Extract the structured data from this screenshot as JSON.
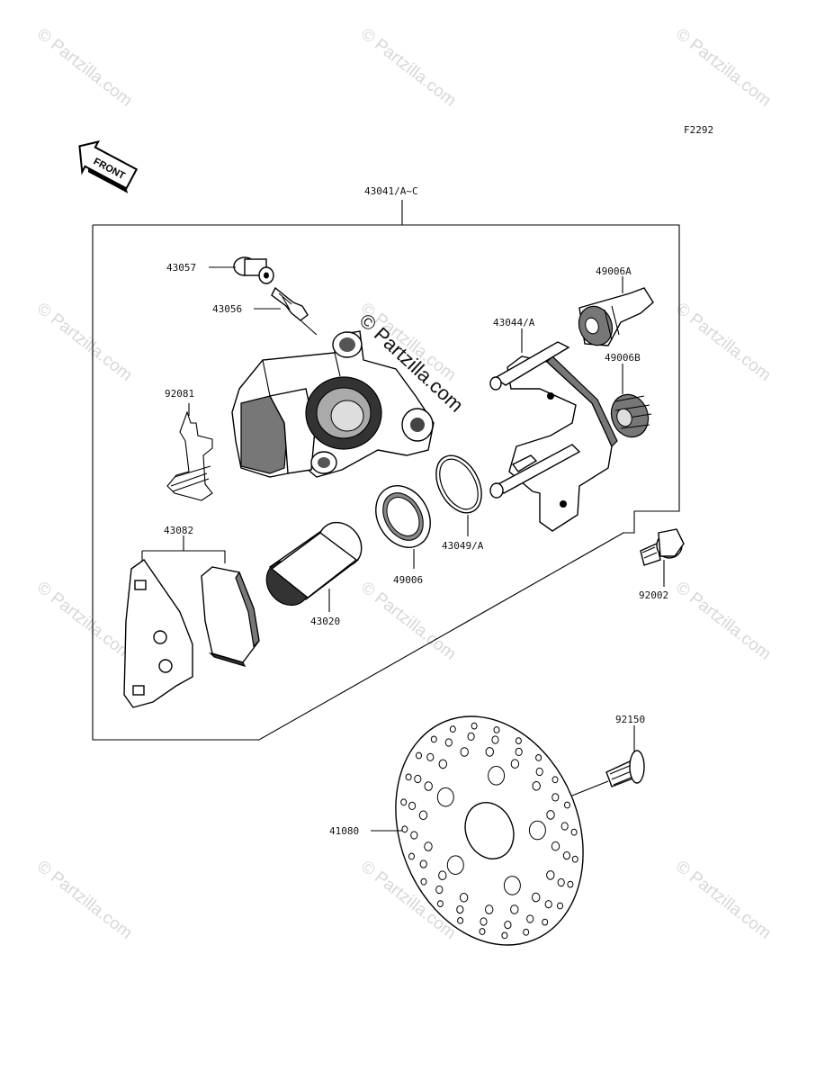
{
  "figure_code": "F2292",
  "front_arrow_label": "FRONT",
  "watermark": {
    "text": "© Partzilla.com"
  },
  "center_watermark": "© Partzilla.com",
  "callouts": {
    "caliper_assy": "43041/A~C",
    "p43057": "43057",
    "p43056": "43056",
    "p92081": "92081",
    "p43082": "43082",
    "p43020": "43020",
    "p49006": "49006",
    "p43049": "43049/A",
    "p43044": "43044/A",
    "p49006a": "49006A",
    "p49006b": "49006B",
    "p92002": "92002",
    "p92150": "92150",
    "p41080": "41080"
  }
}
